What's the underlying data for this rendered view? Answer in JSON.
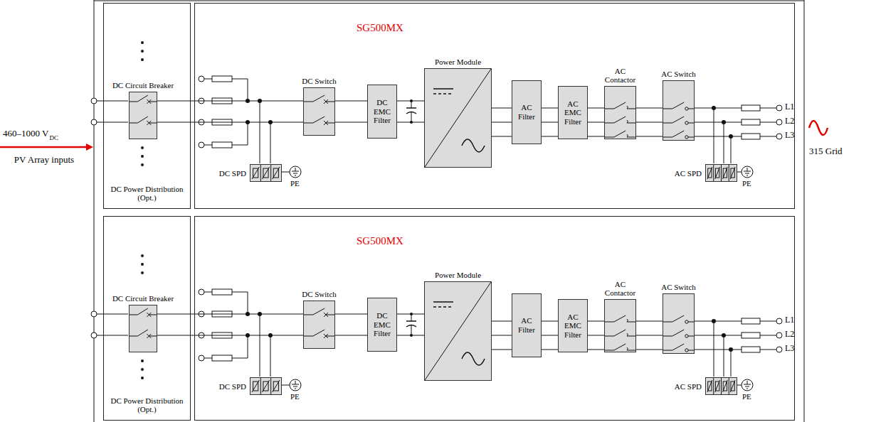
{
  "diagram": {
    "nodes": [
      {
        "text": [
          "DC Power Distribution (Opt.)"
        ]
      },
      {
        "text": [
          "DC Circuit Breaker"
        ],
        "in": 0
      },
      {
        "text": [
          "SG500MX"
        ]
      },
      {
        "text": [
          "DC Switch"
        ],
        "in": 2
      },
      {
        "text": [
          "DC EMC Filter"
        ],
        "in": 2
      },
      {
        "text": [
          "Power Module"
        ],
        "in": 2
      },
      {
        "text": [
          "AC Filter"
        ],
        "in": 2
      },
      {
        "text": [
          "AC EMC Filter"
        ],
        "in": 2
      },
      {
        "text": [
          "AC Contactor"
        ],
        "in": 2
      },
      {
        "text": [
          "AC Switch"
        ],
        "in": 2
      },
      {
        "text": [
          "DC SPD"
        ],
        "in": 2
      },
      {
        "text": [
          "AC SPD"
        ],
        "in": 2
      },
      {
        "text": [
          "DC Power Distribution (Opt.)"
        ]
      },
      {
        "text": [
          "DC Circuit Breaker"
        ],
        "in": 12
      },
      {
        "text": [
          "SG500MX"
        ]
      },
      {
        "text": [
          "DC Switch"
        ],
        "in": 14
      },
      {
        "text": [
          "DC EMC Filter"
        ],
        "in": 14
      },
      {
        "text": [
          "Power Module"
        ],
        "in": 14
      },
      {
        "text": [
          "AC Filter"
        ],
        "in": 14
      },
      {
        "text": [
          "AC EMC Filter"
        ],
        "in": 14
      },
      {
        "text": [
          "AC Contactor"
        ],
        "in": 14
      },
      {
        "text": [
          "AC Switch"
        ],
        "in": 14
      },
      {
        "text": [
          "DC SPD"
        ],
        "in": 14
      },
      {
        "text": [
          "AC SPD"
        ],
        "in": 14
      }
    ],
    "edges": [
      {
        "from": 1,
        "to": 3,
        "arrow": "none"
      },
      {
        "from": 3,
        "to": 4,
        "arrow": "none"
      },
      {
        "from": 4,
        "to": 5,
        "arrow": "none"
      },
      {
        "from": 5,
        "to": 6,
        "arrow": "none"
      },
      {
        "from": 6,
        "to": 7,
        "arrow": "none"
      },
      {
        "from": 7,
        "to": 8,
        "arrow": "none"
      },
      {
        "from": 8,
        "to": 9,
        "arrow": "none"
      },
      {
        "from": 13,
        "to": 15,
        "arrow": "none"
      },
      {
        "from": 15,
        "to": 16,
        "arrow": "none"
      },
      {
        "from": 16,
        "to": 17,
        "arrow": "none"
      },
      {
        "from": 17,
        "to": 18,
        "arrow": "none"
      },
      {
        "from": 18,
        "to": 19,
        "arrow": "none"
      },
      {
        "from": 19,
        "to": 20,
        "arrow": "none"
      },
      {
        "from": 20,
        "to": 21,
        "arrow": "none"
      }
    ],
    "labels": [
      "460–1000 V",
      "DC",
      "PV Array inputs",
      "PE",
      "PE",
      "L1",
      "L2",
      "L3",
      "315 Grid",
      "PE",
      "PE",
      "L1",
      "L2",
      "L3"
    ]
  }
}
